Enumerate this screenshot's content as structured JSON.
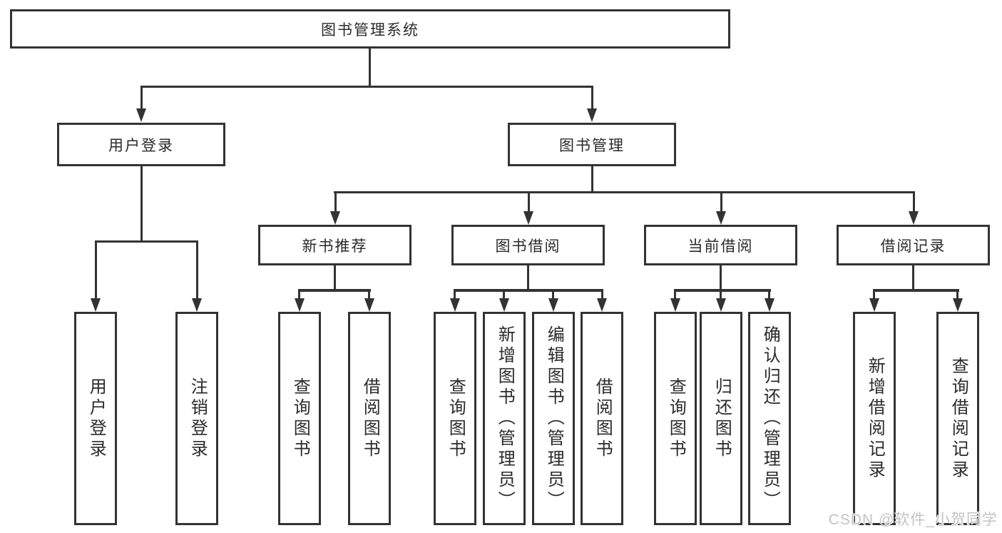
{
  "diagram": {
    "title": "图书管理系统",
    "level2": [
      {
        "label": "用户登录"
      },
      {
        "label": "图书管理"
      }
    ],
    "level3": [
      {
        "label": "新书推荐"
      },
      {
        "label": "图书借阅"
      },
      {
        "label": "当前借阅"
      },
      {
        "label": "借阅记录"
      }
    ],
    "leaves": [
      {
        "label": "用户登录"
      },
      {
        "label": "注销登录"
      },
      {
        "label": "查询图书"
      },
      {
        "label": "借阅图书"
      },
      {
        "label": "查询图书"
      },
      {
        "label": "新增图书（管理员）"
      },
      {
        "label": "编辑图书（管理员）"
      },
      {
        "label": "借阅图书"
      },
      {
        "label": "查询图书"
      },
      {
        "label": "归还图书"
      },
      {
        "label": "确认归还（管理员）"
      },
      {
        "label": "新增借阅记录"
      },
      {
        "label": "查询借阅记录"
      }
    ]
  },
  "watermark": {
    "text": "CSDN @软件_小贺同学"
  },
  "colors": {
    "line": "#333333",
    "text": "#2a2a2a",
    "watermark": "#c3c3c3",
    "background": "#ffffff"
  }
}
